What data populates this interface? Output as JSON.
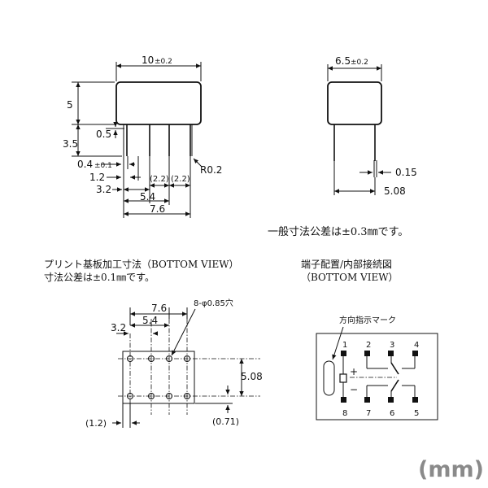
{
  "front_view": {
    "width": "10",
    "width_tol": "±0.2",
    "height_body": "5",
    "pin_len": "3.5",
    "pin_offset": "0.5",
    "pin_w": "0.4",
    "pin_w_tol": "±0.1",
    "d_1_2": "1.2",
    "d_3_2": "3.2",
    "d_5_4": "5.4",
    "d_7_6": "7.6",
    "pitch_a": "(2.2)",
    "pitch_b": "(2.2)",
    "radius": "R0.2"
  },
  "side_view": {
    "width": "6.5",
    "width_tol": "±0.2",
    "pin_t": "0.15",
    "pin_span": "5.08"
  },
  "general_tolerance": "一般寸法公差は±0.3㎜です。",
  "pcb": {
    "title": "プリント基板加工寸法（BOTTOM VIEW）",
    "tolerance": "寸法公差は±0.1㎜です。",
    "d_7_6": "7.6",
    "d_5_4": "5.4",
    "d_3_2": "3.2",
    "holes": "8-φ0.85穴",
    "d_5_08": "5.08",
    "d_1_2": "(1.2)",
    "d_0_71": "(0.71)"
  },
  "terminal": {
    "title": "端子配置/内部接続図",
    "subtitle": "（BOTTOM VIEW）",
    "direction_mark": "方向指示マーク",
    "top_pins": [
      "1",
      "2",
      "3",
      "4"
    ],
    "bottom_pins": [
      "8",
      "7",
      "6",
      "5"
    ],
    "plus": "+",
    "minus": "−"
  },
  "unit": "(mm)"
}
